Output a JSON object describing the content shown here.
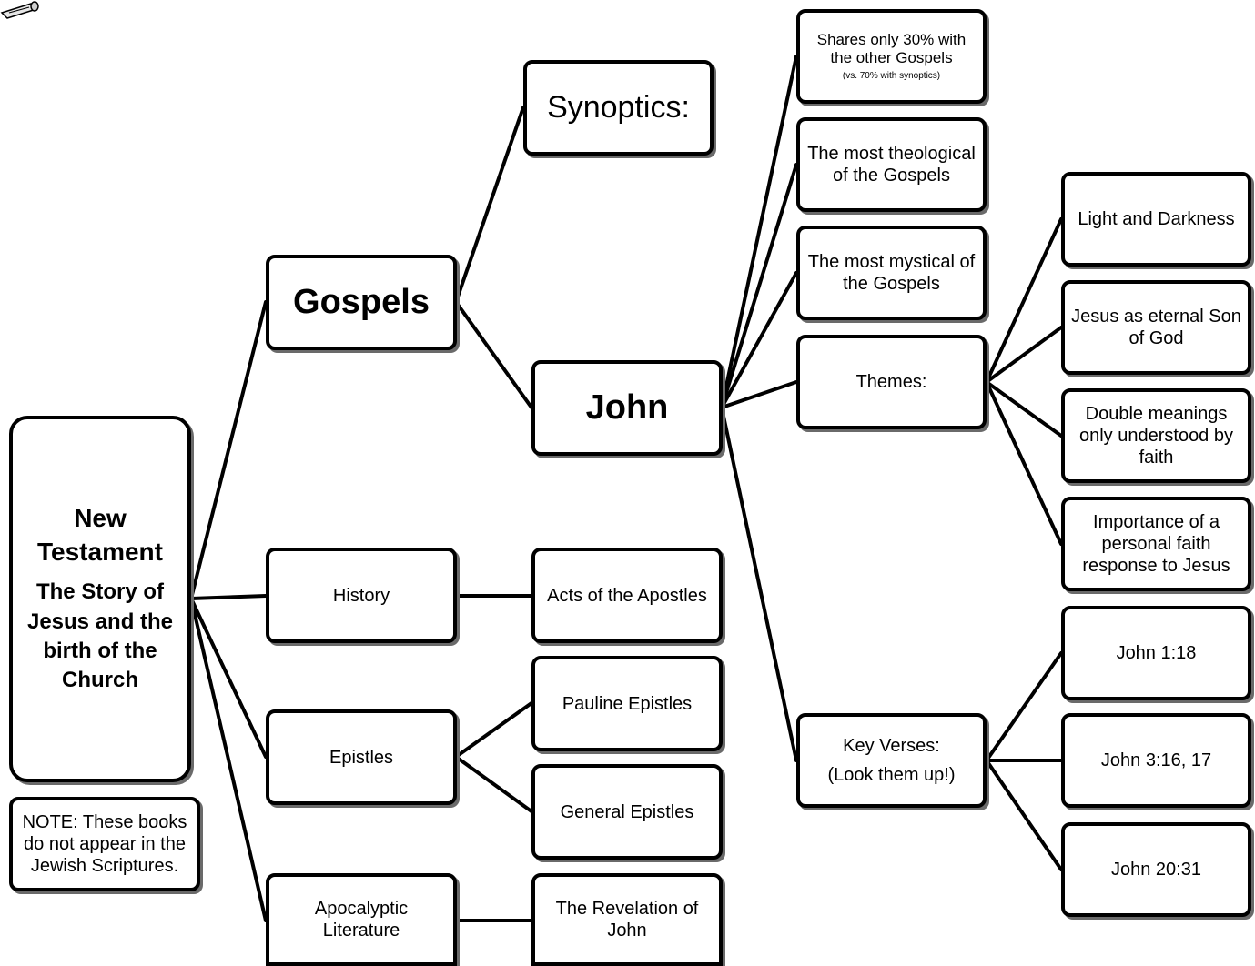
{
  "root": {
    "title": "New Testament",
    "subtitle": "The Story of Jesus and the birth of the Church"
  },
  "note": "NOTE:  These books do not appear in the Jewish Scriptures.",
  "categories": {
    "gospels": "Gospels",
    "history": "History",
    "epistles": "Epistles",
    "apocalyptic": "Apocalyptic Literature"
  },
  "gospels_children": {
    "synoptics": "Synoptics:",
    "john": "John"
  },
  "books": {
    "acts": "Acts of the Apostles",
    "pauline": "Pauline Epistles",
    "general": "General Epistles",
    "revelation": "The Revelation of John"
  },
  "john_facts": {
    "shares": "Shares only 30% with the other Gospels",
    "shares_note": "(vs. 70% with synoptics)",
    "theological": "The most theological of the Gospels",
    "mystical": "The most mystical of the Gospels",
    "themes": "Themes:",
    "key_verses": "Key Verses:",
    "key_verses_note": "(Look them up!)"
  },
  "themes": [
    "Light and Darkness",
    "Jesus as eternal Son of God",
    "Double meanings only understood by faith",
    "Importance of a personal faith response to Jesus"
  ],
  "verses": [
    "John 1:18",
    "John 3:16, 17",
    "John 20:31"
  ]
}
